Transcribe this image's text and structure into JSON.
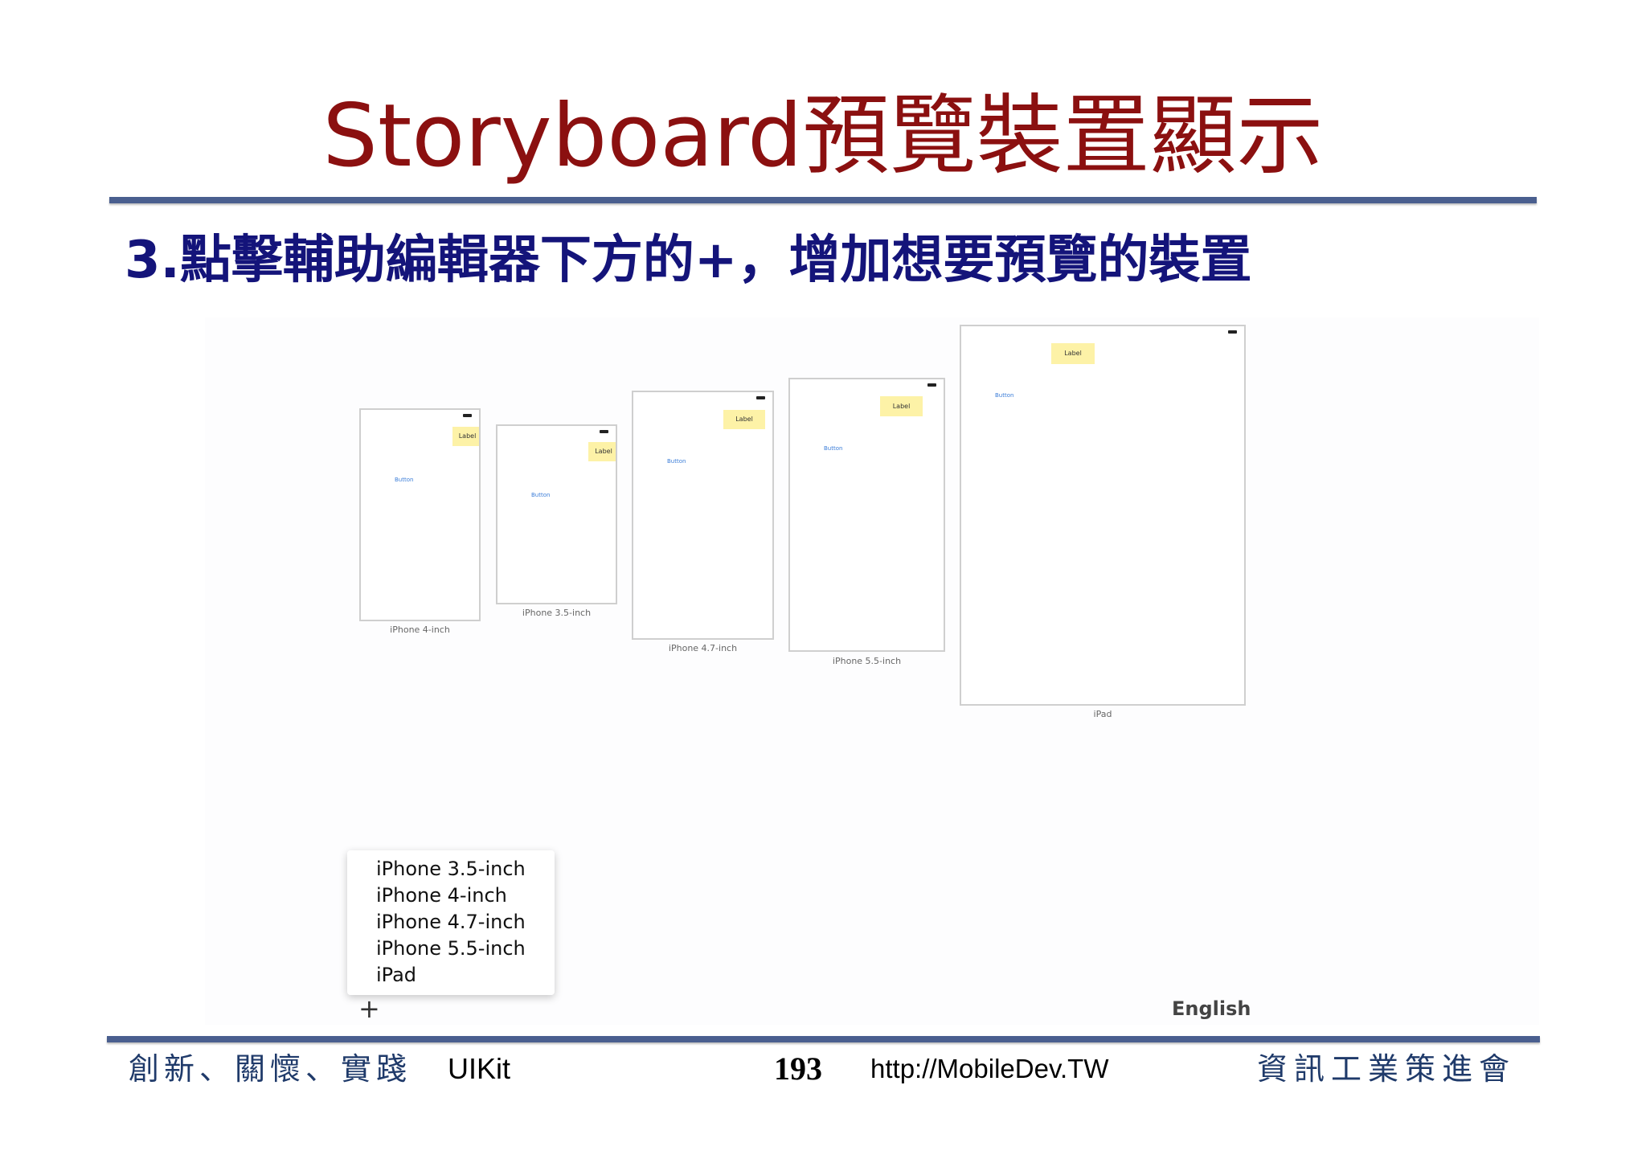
{
  "slide": {
    "title": "Storyboard預覽裝置顯示",
    "subtitle": "3.點擊輔助編輯器下方的+，增加想要預覽的裝置"
  },
  "preview": {
    "devices": [
      {
        "name": "iPhone 4-inch",
        "label_text": "Label",
        "button_text": "Button"
      },
      {
        "name": "iPhone 3.5-inch",
        "label_text": "Label",
        "button_text": "Button"
      },
      {
        "name": "iPhone 4.7-inch",
        "label_text": "Label",
        "button_text": "Button"
      },
      {
        "name": "iPhone 5.5-inch",
        "label_text": "Label",
        "button_text": "Button"
      },
      {
        "name": "iPad",
        "label_text": "Label",
        "button_text": "Button"
      }
    ],
    "menu_items": [
      "iPhone 3.5-inch",
      "iPhone 4-inch",
      "iPhone 4.7-inch",
      "iPhone 5.5-inch",
      "iPad"
    ],
    "add_symbol": "+",
    "language": "English"
  },
  "footer": {
    "motto": "創新、關懷、實踐",
    "course": "UIKit",
    "page_number": "193",
    "url": "http://MobileDev.TW",
    "organization": "資訊工業策進會"
  }
}
